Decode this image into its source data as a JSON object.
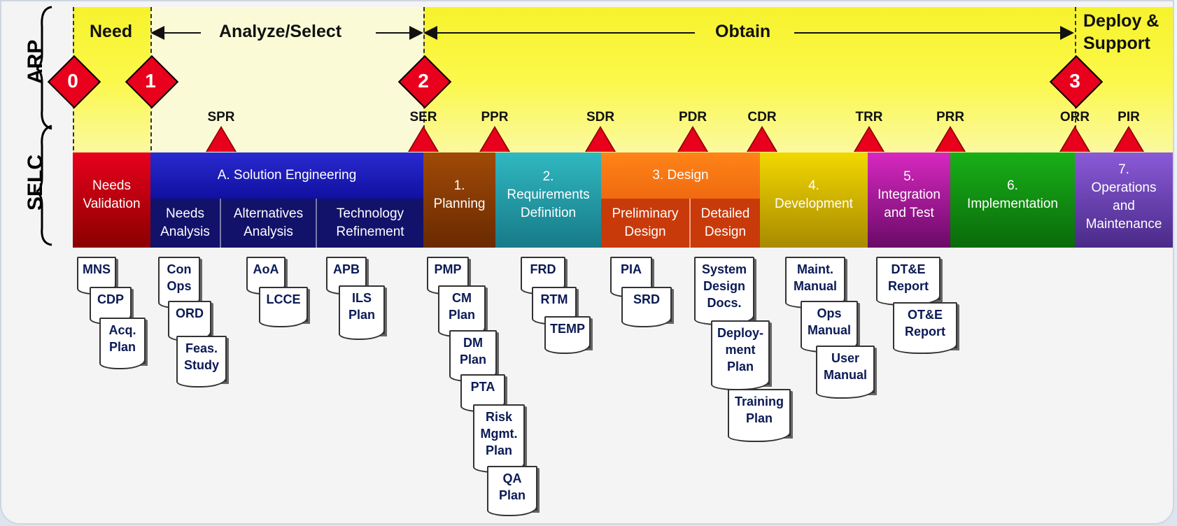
{
  "side_labels": {
    "arp": "ARP",
    "selc": "SELC"
  },
  "phases": {
    "need": "Need",
    "analyze": "Analyze/Select",
    "obtain": "Obtain",
    "deploy_line1": "Deploy &",
    "deploy_line2": "Support"
  },
  "gates": [
    "0",
    "1",
    "2",
    "3"
  ],
  "reviews": [
    "SPR",
    "SER",
    "PPR",
    "SDR",
    "PDR",
    "CDR",
    "TRR",
    "PRR",
    "ORR",
    "PIR"
  ],
  "blocks": {
    "needs_validation": [
      "Needs",
      "Validation"
    ],
    "solution_engineering": "A. Solution Engineering",
    "needs_analysis": [
      "Needs",
      "Analysis"
    ],
    "alternatives_analysis": [
      "Alternatives",
      "Analysis"
    ],
    "technology_refinement": [
      "Technology",
      "Refinement"
    ],
    "planning": [
      "1.",
      "Planning"
    ],
    "requirements": [
      "2.",
      "Requirements",
      "Definition"
    ],
    "design": "3. Design",
    "preliminary_design": [
      "Preliminary",
      "Design"
    ],
    "detailed_design": [
      "Detailed",
      "Design"
    ],
    "development": [
      "4.",
      "Development"
    ],
    "integration": [
      "5.",
      "Integration",
      "and Test"
    ],
    "implementation": [
      "6.",
      "Implementation"
    ],
    "operations": [
      "7.",
      "Operations",
      "and",
      "Maintenance"
    ]
  },
  "documents": {
    "mns": "MNS",
    "cdp": "CDP",
    "acq_plan": [
      "Acq.",
      "Plan"
    ],
    "con_ops": [
      "Con",
      "Ops"
    ],
    "ord": "ORD",
    "feas_study": [
      "Feas.",
      "Study"
    ],
    "aoa": "AoA",
    "lcce": "LCCE",
    "apb": "APB",
    "ils_plan": [
      "ILS",
      "Plan"
    ],
    "pmp": "PMP",
    "cm_plan": [
      "CM",
      "Plan"
    ],
    "dm_plan": [
      "DM",
      "Plan"
    ],
    "pta": "PTA",
    "risk_plan": [
      "Risk",
      "Mgmt.",
      "Plan"
    ],
    "qa_plan": [
      "QA",
      "Plan"
    ],
    "frd": "FRD",
    "rtm": "RTM",
    "temp": "TEMP",
    "pia": "PIA",
    "srd": "SRD",
    "sys_design": [
      "System",
      "Design",
      "Docs."
    ],
    "deploy_plan": [
      "Deploy-",
      "ment",
      "Plan"
    ],
    "training_plan": [
      "Training",
      "Plan"
    ],
    "maint_manual": [
      "Maint.",
      "Manual"
    ],
    "ops_manual": [
      "Ops",
      "Manual"
    ],
    "user_manual": [
      "User",
      "Manual"
    ],
    "dte_report": [
      "DT&E",
      "Report"
    ],
    "ote_report": [
      "OT&E",
      "Report"
    ]
  },
  "colors": {
    "needs": "#d9001c",
    "solution": "#1f1fb0",
    "planning": "#8a3a00",
    "requirements": "#1f9aa8",
    "design": "#f07010",
    "development": "#e8c400",
    "integration": "#b0189e",
    "implementation": "#109a10",
    "operations": "#6a3aa8",
    "gate": "#e8001c"
  }
}
